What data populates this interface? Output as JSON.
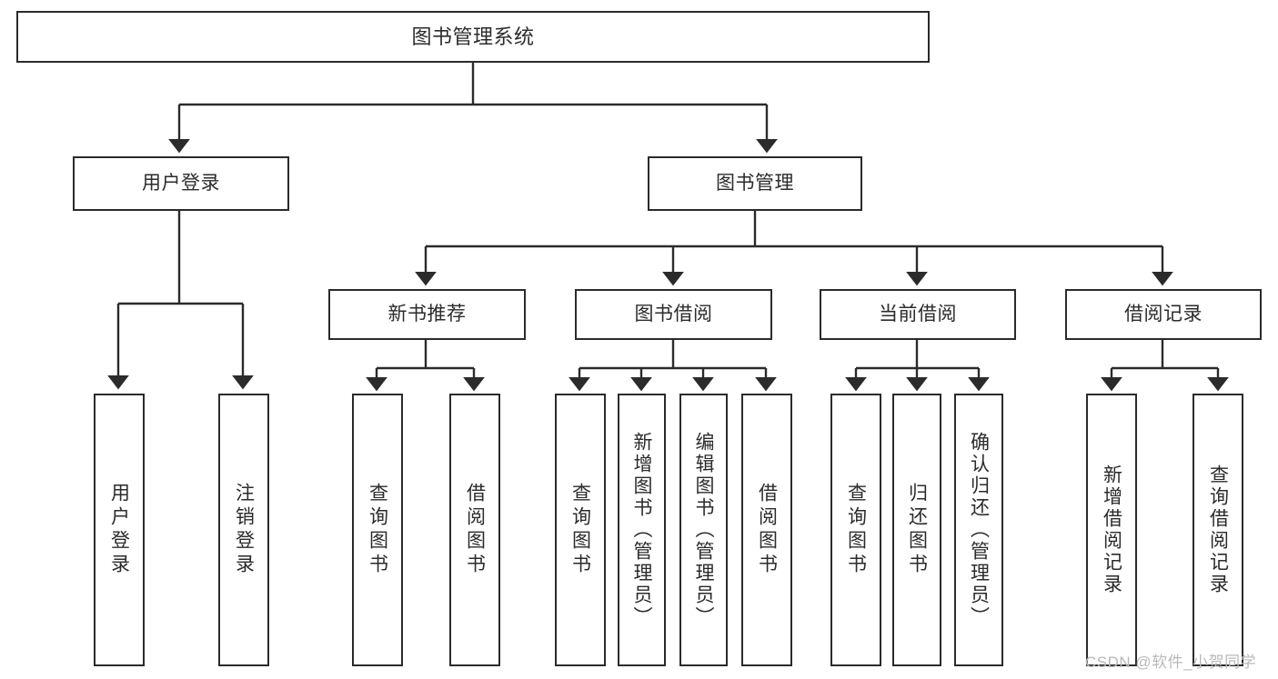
{
  "diagram": {
    "title": "图书管理系统",
    "type": "功能结构图",
    "line_color": "#2b2b2b",
    "box_fill": "#ffffff",
    "text_color": "#2b2b2b",
    "watermark": "CSDN @软件_小贺同学"
  },
  "nodes": {
    "root": {
      "label": "图书管理系统"
    },
    "level1": [
      {
        "id": "user-login",
        "label": "用户登录"
      },
      {
        "id": "book-manage",
        "label": "图书管理"
      }
    ],
    "level2": [
      {
        "id": "new-book-recommend",
        "label": "新书推荐"
      },
      {
        "id": "book-borrow",
        "label": "图书借阅"
      },
      {
        "id": "current-borrow",
        "label": "当前借阅"
      },
      {
        "id": "borrow-record",
        "label": "借阅记录"
      }
    ],
    "leaves": {
      "user_login": [
        {
          "id": "leaf-user-login",
          "label": "用户登录"
        },
        {
          "id": "leaf-logout-login",
          "label": "注销登录"
        }
      ],
      "new_book_recommend": [
        {
          "id": "leaf-query-book-1",
          "label": "查询图书"
        },
        {
          "id": "leaf-borrow-book-1",
          "label": "借阅图书"
        }
      ],
      "book_borrow": [
        {
          "id": "leaf-query-book-2",
          "label": "查询图书"
        },
        {
          "id": "leaf-add-book",
          "label": "新增图书（管理员）"
        },
        {
          "id": "leaf-edit-book",
          "label": "编辑图书（管理员）"
        },
        {
          "id": "leaf-borrow-book-2",
          "label": "借阅图书"
        }
      ],
      "current_borrow": [
        {
          "id": "leaf-query-book-3",
          "label": "查询图书"
        },
        {
          "id": "leaf-return-book",
          "label": "归还图书"
        },
        {
          "id": "leaf-confirm-return",
          "label": "确认归还（管理员）"
        }
      ],
      "borrow_record": [
        {
          "id": "leaf-add-record",
          "label": "新增借阅记录"
        },
        {
          "id": "leaf-query-record",
          "label": "查询借阅记录"
        }
      ]
    }
  }
}
